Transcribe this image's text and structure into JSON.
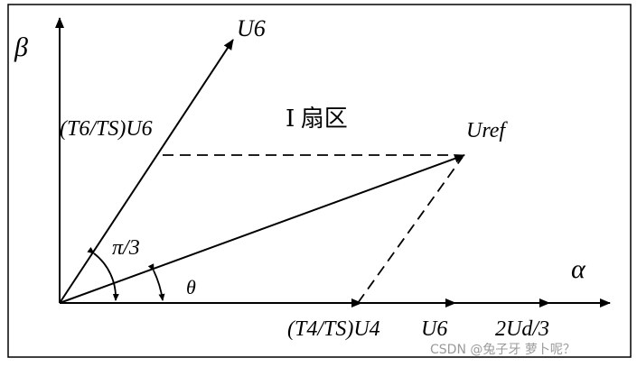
{
  "labels": {
    "beta_axis": "β",
    "alpha_axis": "α",
    "u6_vector": "U6",
    "t6_projection": "(T6/TS)U6",
    "sector": "Ⅰ 扇区",
    "uref": "Uref",
    "pi_over_3": "π/3",
    "theta": "θ",
    "t4_projection": "(T4/TS)U4",
    "u6_alpha": "U6",
    "two_ud_3": "2Ud/3"
  },
  "watermark": "CSDN @兔子牙 萝卜呢？",
  "colors": {
    "line": "#000000",
    "border": "#000000",
    "watermark": "#9a9a9a"
  }
}
